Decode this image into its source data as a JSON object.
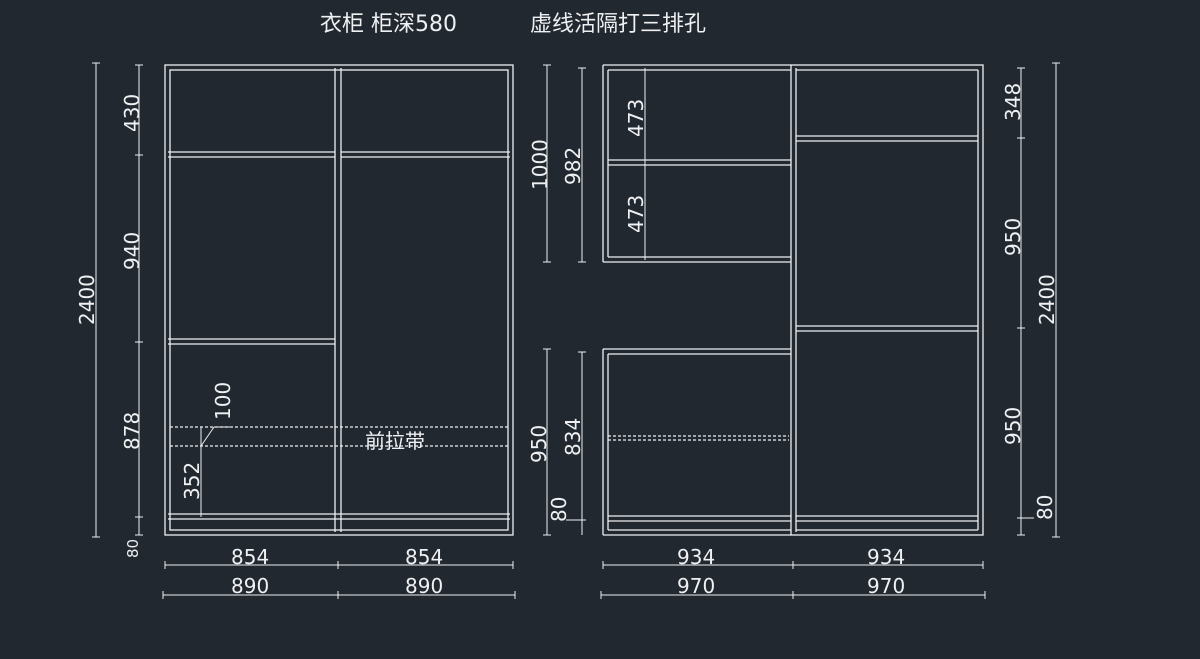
{
  "title": {
    "left": "衣柜  柜深580",
    "right": "虚线活隔打三排孔"
  },
  "left_cabinet": {
    "total_height": "2400",
    "heights": [
      "430",
      "940",
      "878",
      "80"
    ],
    "inner_small": [
      "100",
      "352"
    ],
    "annotation": "前拉带",
    "widths_inner": [
      "854",
      "854"
    ],
    "widths_outer": [
      "890",
      "890"
    ]
  },
  "right_cabinet": {
    "upper_outer": "1000",
    "upper_inner": "982",
    "upper_shelves": [
      "473",
      "473"
    ],
    "lower_outer": "950",
    "lower_inner": "834",
    "lower_base": "80",
    "right_heights": [
      "348",
      "950",
      "950",
      "80"
    ],
    "total_height": "2400",
    "widths_inner": [
      "934",
      "934"
    ],
    "widths_outer": [
      "970",
      "970"
    ]
  }
}
